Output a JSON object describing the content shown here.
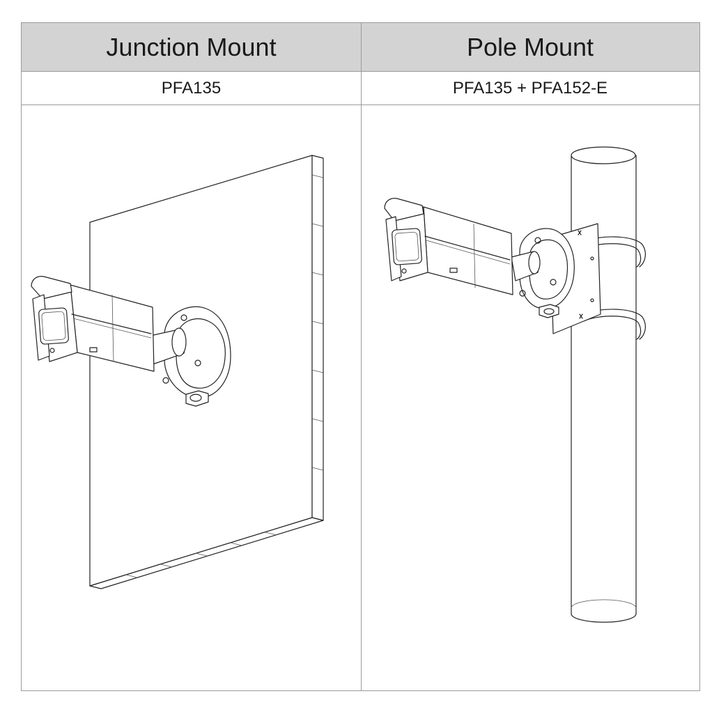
{
  "columns": [
    {
      "title": "Junction Mount",
      "model": "PFA135"
    },
    {
      "title": "Pole Mount",
      "model": "PFA135 + PFA152-E"
    }
  ],
  "colors": {
    "header_bg": "#d3d3d3",
    "border": "#9a9a9a",
    "text": "#1a1a1a"
  }
}
